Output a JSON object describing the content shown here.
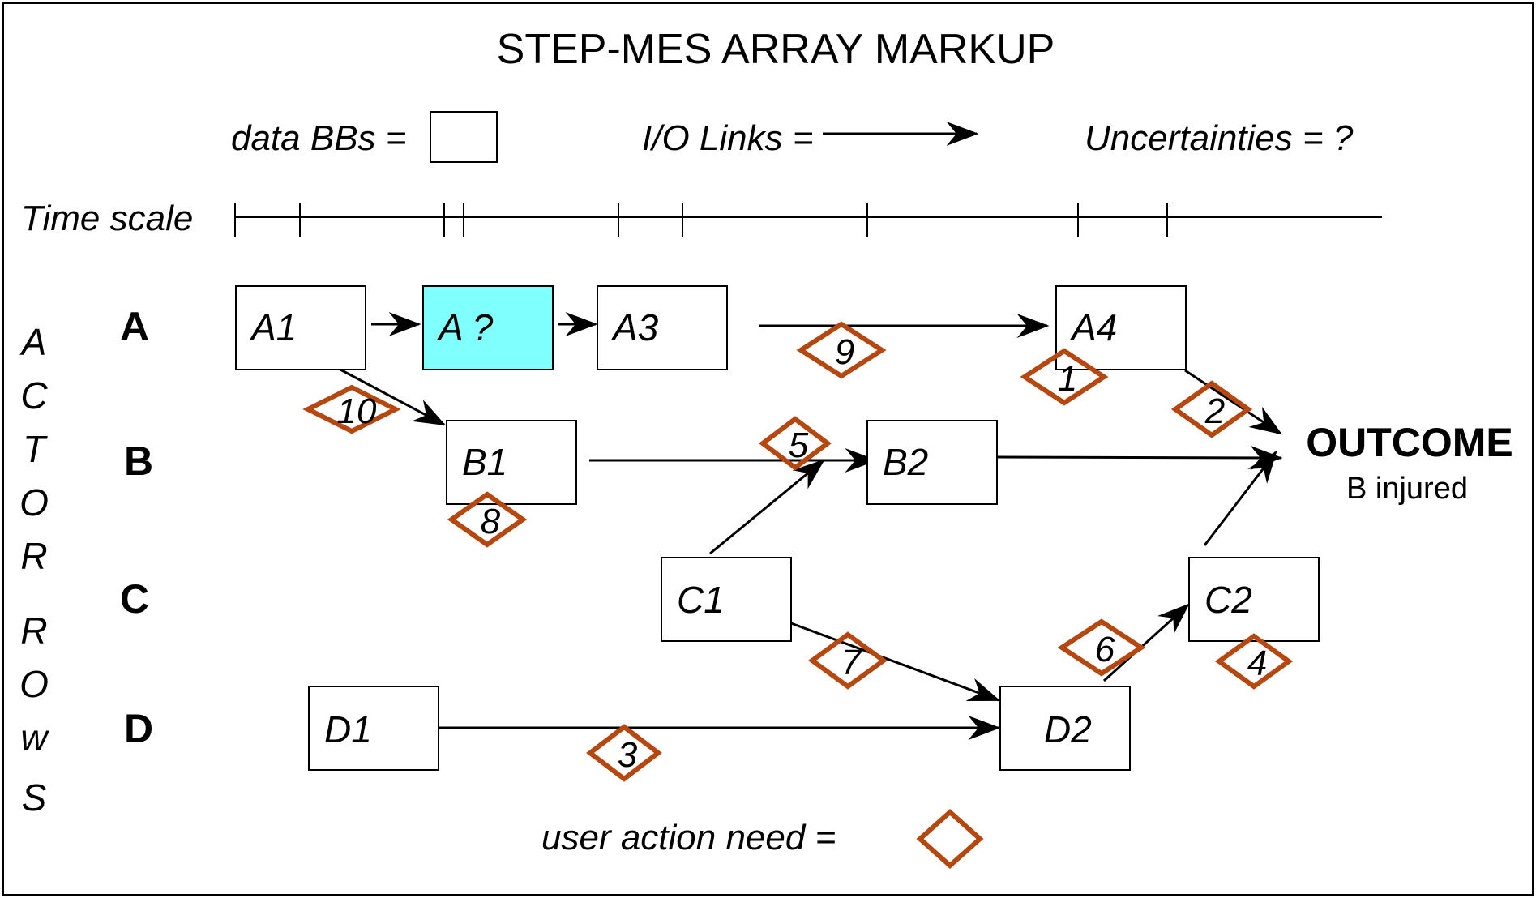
{
  "title": "STEP-MES ARRAY MARKUP",
  "legend": {
    "data_bbs": "data BBs =",
    "io_links": "I/O Links =",
    "uncertainties": "Uncertainties =  ?",
    "user_action": "user action need ="
  },
  "time_scale_label": "Time scale",
  "actor_rows_vertical": [
    "A",
    "C",
    "T",
    "O",
    "R",
    "R",
    "O",
    "w",
    "S"
  ],
  "rows": [
    "A",
    "B",
    "C",
    "D"
  ],
  "boxes": {
    "a1": "A1",
    "a2": "A ?",
    "a3": "A3",
    "a4": "A4",
    "b1": "B1",
    "b2": "B2",
    "c1": "C1",
    "c2": "C2",
    "d1": "D1",
    "d2": "D2"
  },
  "diamonds": {
    "d1": "1",
    "d2": "2",
    "d3": "3",
    "d4": "4",
    "d5": "5",
    "d6": "6",
    "d7": "7",
    "d8": "8",
    "d9": "9",
    "d10": "10"
  },
  "outcome": {
    "title": "OUTCOME",
    "subtitle": "B injured"
  },
  "colors": {
    "diamond": "#b5470f",
    "uncertain_box": "#80ffff",
    "line": "#000000"
  }
}
